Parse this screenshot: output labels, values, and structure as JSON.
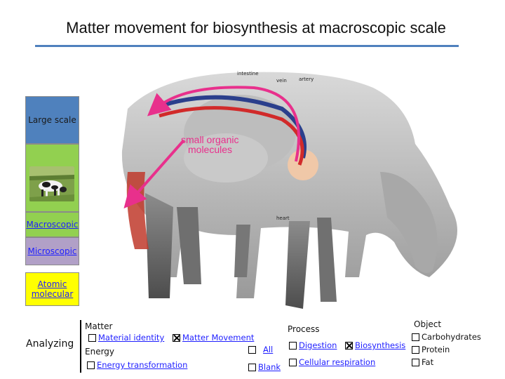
{
  "title": "Matter movement for biosynthesis at macroscopic scale",
  "scale_panel": {
    "large": "Large scale",
    "macroscopic": "Macroscopic",
    "microscopic": "Microscopic",
    "atomic": "Atomic molecular"
  },
  "diagram_labels": {
    "intestine": "intestine",
    "vein": "vein",
    "artery": "artery",
    "small_organic": "small organic",
    "molecules": "molecules",
    "heart": "heart"
  },
  "analyzing": {
    "label": "Analyzing",
    "matter_header": "Matter",
    "material_identity": "Material identity",
    "matter_movement": "Matter Movement",
    "energy_header": "Energy",
    "energy_transformation": "Energy transformation",
    "all": "All",
    "blank": "Blank",
    "process_header": "Process",
    "digestion": "Digestion",
    "biosynthesis": "Biosynthesis",
    "cellular_respiration": "Cellular respiration",
    "object_header": "Object",
    "carbohydrates": "Carbohydrates",
    "protein": "Protein",
    "fat": "Fat"
  },
  "colors": {
    "title_rule": "#4f81bd",
    "large_scale": "#4f81bd",
    "macroscopic": "#92d050",
    "microscopic": "#b1a0c7",
    "atomic": "#ffff00",
    "arrow": "#e8308c"
  }
}
